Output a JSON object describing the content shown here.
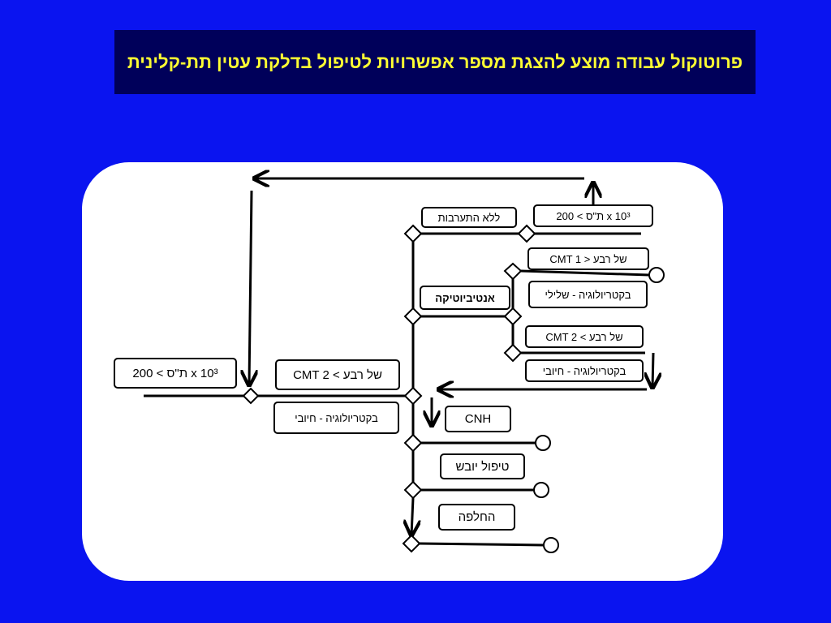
{
  "title": "פרוטוקול עבודה מוצע להצגת מספר אפשרויות לטיפול בדלקת עטין תת-קלינית",
  "colors": {
    "background": "#0a14f0",
    "title_bg": "#00005a",
    "title_text": "#ffff33",
    "panel": "#ffffff",
    "lines": "#000000"
  },
  "nodes": {
    "scc_left": "ת\"ס > 200 x 10³",
    "cmt_left": "CMT של רבע > 2",
    "bact_left": "בקטריולוגיה - חיובי",
    "no_intervention": "ללא התערבות",
    "scc_top": "ת\"ס > 200 x 10³",
    "antibiotic": "אנטיביוטיקה",
    "cmt_1": "CMT של רבע < 1",
    "bact_negative": "בקטריולוגיה - שלילי",
    "cmt_2": "CMT של רבע > 2",
    "bact_positive": "בקטריולוגיה - חיובי",
    "cnh": "CNH",
    "dry_treatment": "טיפול יובש",
    "replacement": "החלפה"
  }
}
